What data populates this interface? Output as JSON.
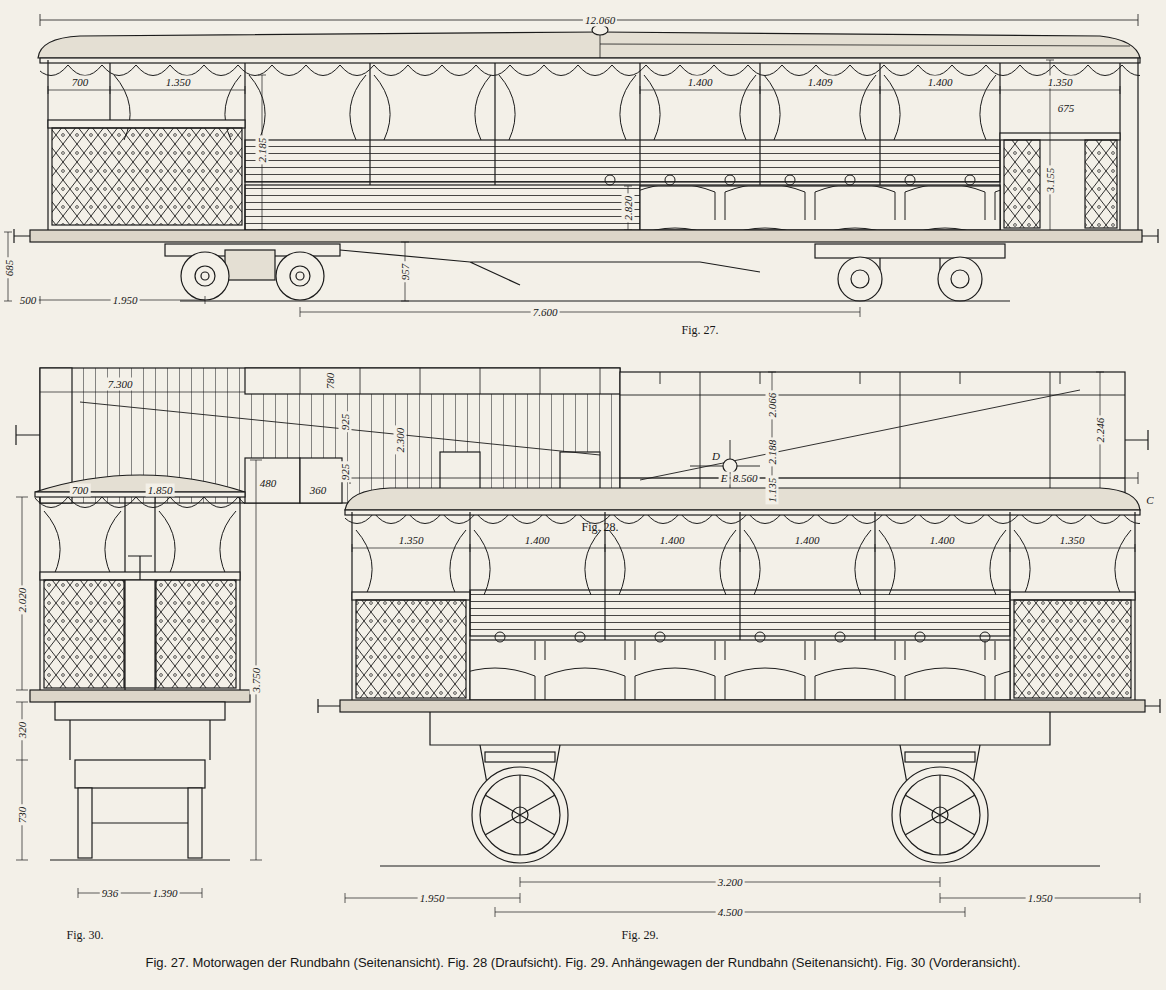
{
  "diagram": {
    "caption": "Fig. 27. Motorwagen der Rundbahn (Seitenansicht). Fig. 28 (Draufsicht). Fig. 29. Anhängewagen der Rundbahn (Seitenansicht). Fig. 30 (Vorderansicht).",
    "labels": [
      "12.060",
      "700",
      "1.350",
      "2.185",
      "1.400",
      "1.409",
      "1.400",
      "1.350",
      "3.155",
      "2.820",
      "675",
      "685",
      "500",
      "1.950",
      "957",
      "7.600",
      "Fig. 27.",
      "7.300",
      "780",
      "925",
      "925",
      "2.300",
      "700",
      "1.850",
      "480",
      "360",
      "D",
      "E",
      "C",
      "2.066",
      "2.188",
      "1.135",
      "2.246",
      "Fig. 28.",
      "2.020",
      "3.750",
      "320",
      "730",
      "936",
      "1.390",
      "Fig. 30.",
      "8.560",
      "1.350",
      "1.400",
      "1.400",
      "1.400",
      "1.400",
      "1.350",
      "1.950",
      "3.200",
      "4.500",
      "1.950",
      "Fig. 29."
    ]
  }
}
